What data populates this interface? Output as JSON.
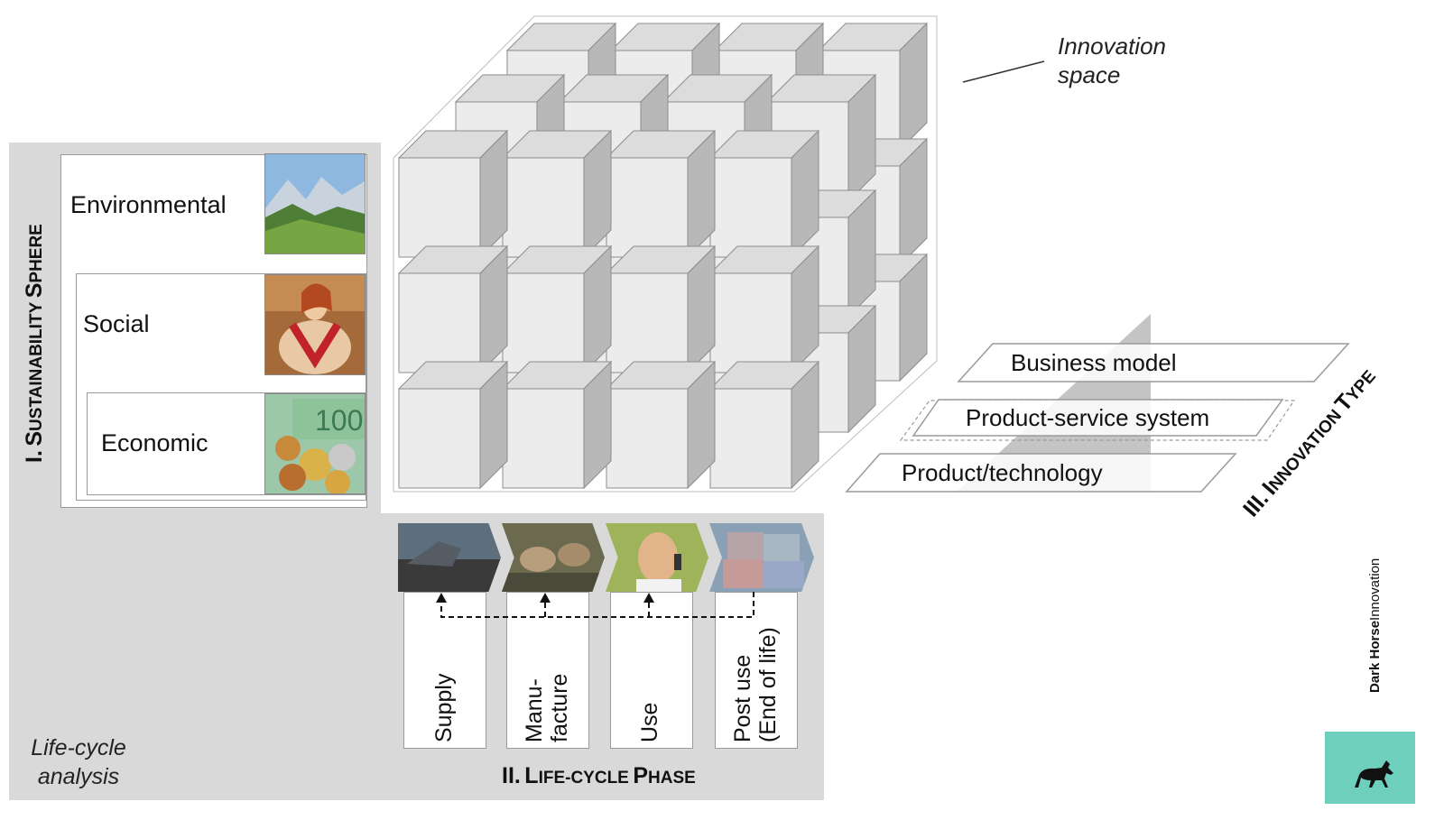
{
  "innovation_space": {
    "label_line1": "Innovation",
    "label_line2": "space"
  },
  "sustainability": {
    "title_roman": "I.",
    "title_s1": "S",
    "title_rest1": "USTAINABILITY",
    "title_s2": "S",
    "title_rest2": "PHERE",
    "spheres": [
      {
        "label": "Environmental",
        "image": "alpine-valley-photo"
      },
      {
        "label": "Social",
        "image": "cartoon-figure-photo"
      },
      {
        "label": "Economic",
        "image": "euro-coins-photo"
      }
    ]
  },
  "lifecycle": {
    "title_roman": "II.",
    "title_l": "L",
    "title_rest1": "IFE-CYCLE",
    "title_p": "P",
    "title_rest2": "HASE",
    "phases": [
      {
        "label": "Supply",
        "image": "mining-excavator-photo"
      },
      {
        "label": "Manu-\nfacture",
        "image": "factory-workers-photo"
      },
      {
        "label": "Use",
        "image": "man-on-phone-photo"
      },
      {
        "label": "Post use\n(End of life)",
        "image": "recycling-bales-photo"
      }
    ],
    "analysis_line1": "Life-cycle",
    "analysis_line2": "analysis"
  },
  "innovation_type": {
    "title_roman": "III.",
    "title_i": "I",
    "title_rest1": "NNOVATION",
    "title_t": "T",
    "title_rest2": "YPE",
    "levels": [
      "Business model",
      "Product-service system",
      "Product/technology"
    ]
  },
  "brand": {
    "name_bold": "Dark Horse",
    "name_regular": "Innovation",
    "logo_icon": "horse-icon",
    "color": "#6fcfbd"
  },
  "colors": {
    "backdrop": "#d9d9d9",
    "cube_front": "#ececec",
    "cube_top": "#dcdcdc",
    "cube_side": "#b8b8b8"
  }
}
